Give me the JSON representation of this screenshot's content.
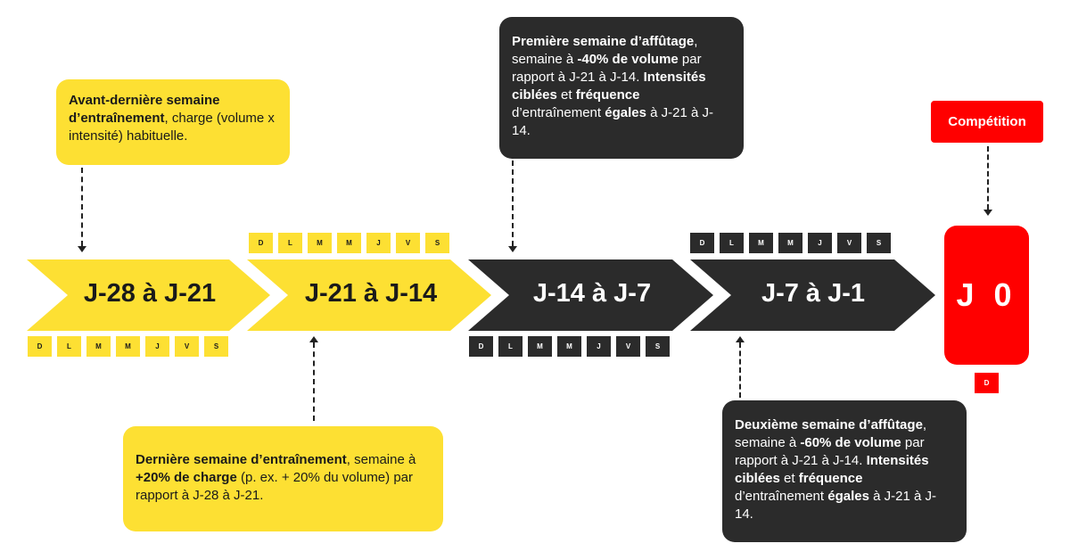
{
  "segments": [
    {
      "label": "J-28 à J-21",
      "color": "#fde033"
    },
    {
      "label": "J-21 à J-14",
      "color": "#fde033"
    },
    {
      "label": "J-14 à J-7",
      "color": "#2b2b2b"
    },
    {
      "label": "J-7 à J-1",
      "color": "#2b2b2b"
    }
  ],
  "final": {
    "label": "J 0",
    "color": "#ff0000"
  },
  "competition_label": "Compétition",
  "days": [
    "D",
    "L",
    "M",
    "M",
    "J",
    "V",
    "S"
  ],
  "final_day": "D",
  "notes": {
    "avant_derniere": {
      "b1": "Avant-dernière semaine d’entraînement",
      "t1": ", charge (volume x intensité) habituelle."
    },
    "derniere": {
      "b1": "Dernière semaine d’entraînement",
      "t1": ", semaine à ",
      "b2": "+20% de charge",
      "t2": " (p. ex. + 20% du volume) par rapport à J-28 à J-21."
    },
    "premiere_affutage": {
      "b1": "Première semaine d’affûtage",
      "t1": ", semaine à ",
      "b2": "-40% de volume",
      "t2": " par rapport à J-21 à J-14. ",
      "b3": "Intensités ciblées",
      "t3": " et ",
      "b4": "fréquence",
      "t4": " d’entraînement ",
      "b5": "égales",
      "t5": " à J-21 à J-14."
    },
    "deuxieme_affutage": {
      "b1": "Deuxième semaine d’affûtage",
      "t1": ", semaine à ",
      "b2": "-60% de volume",
      "t2": " par rapport à J-21 à J-14. ",
      "b3": "Intensités ciblées",
      "t3": " et ",
      "b4": "fréquence",
      "t4": " d’entraînement ",
      "b5": "égales",
      "t5": " à J-21 à J-14."
    }
  }
}
